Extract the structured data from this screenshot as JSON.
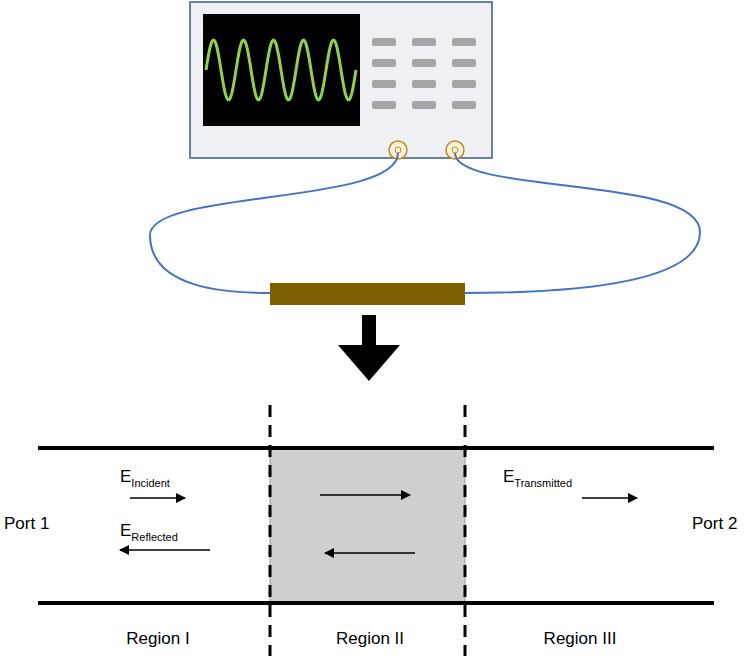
{
  "diagram": {
    "labels": [
      "E",
      "Incident",
      "E",
      "Reflected",
      "E",
      "Transmitted",
      "Port 1",
      "Port 2",
      "Region I",
      "Region II",
      "Region III"
    ]
  }
}
